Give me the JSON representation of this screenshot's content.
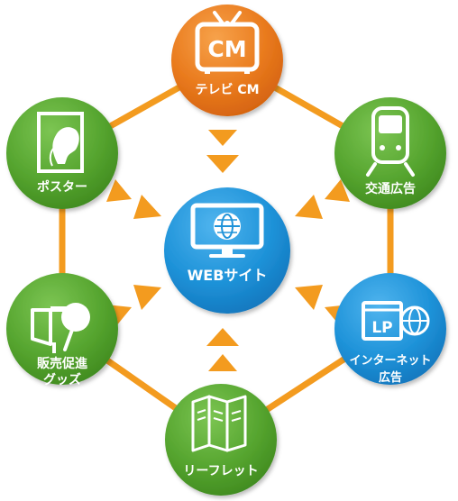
{
  "nodes": {
    "tv_cm": {
      "label": "テレビ CM",
      "icon_text": "CM",
      "icon": "tv-icon",
      "color": "#ea7a1e"
    },
    "poster": {
      "label": "ポスター",
      "icon": "poster-woman-icon",
      "color": "#5aa832"
    },
    "transit": {
      "label": "交通広告",
      "icon": "train-icon",
      "color": "#5aa832"
    },
    "web": {
      "label": "WEBサイト",
      "icon": "monitor-globe-icon",
      "color": "#1b8fd6"
    },
    "promo_line1": {
      "label": "販売促進"
    },
    "promo_line2": {
      "label": "グッズ",
      "icon": "fan-flag-icon",
      "color": "#5aa832"
    },
    "internet_line1": {
      "label": "インターネット"
    },
    "internet_line2": {
      "label": "広告",
      "icon_text": "LP",
      "icon": "lp-globe-icon",
      "color": "#1b8fd6"
    },
    "leaflet": {
      "label": "リーフレット",
      "icon": "leaflet-icon",
      "color": "#5aa832"
    }
  },
  "colors": {
    "connector": "#f39b1f",
    "arrow": "#f39b1f"
  }
}
